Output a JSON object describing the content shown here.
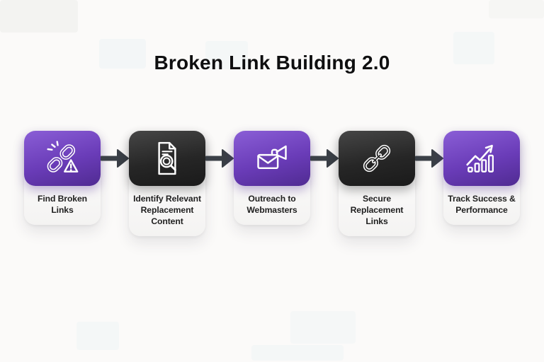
{
  "title": "Broken Link Building 2.0",
  "steps": [
    {
      "label": "Find Broken\nLinks",
      "icon": "broken-chain-alert-icon",
      "theme": "purple"
    },
    {
      "label": "Identify Relevant\nReplacement\nContent",
      "icon": "document-search-icon",
      "theme": "dark"
    },
    {
      "label": "Outreach to\nWebmasters",
      "icon": "megaphone-envelope-icon",
      "theme": "purple"
    },
    {
      "label": "Secure\nReplacement\nLinks",
      "icon": "chain-link-icon",
      "theme": "dark"
    },
    {
      "label": "Track Success &\nPerformance",
      "icon": "growth-chart-icon",
      "theme": "purple"
    }
  ],
  "colors": {
    "purple_top": "#8a5ed6",
    "purple_bottom": "#502b92",
    "dark_top": "#464646",
    "dark_bottom": "#1a1a1a",
    "arrow": "#3b4047",
    "card_bg": "#ffffff",
    "title_text": "#0f0f10",
    "label_text": "#202020",
    "page_bg": "#fbfaf9"
  }
}
